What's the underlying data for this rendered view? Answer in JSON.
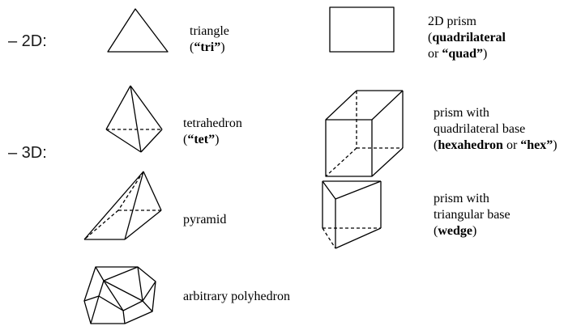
{
  "categories": {
    "d2": "– 2D:",
    "d3": "– 3D:"
  },
  "triangle": {
    "name": "triangle",
    "abbr_open": "(",
    "abbr": "“tri”",
    "abbr_close": ")"
  },
  "prism2d": {
    "line1": "2D prism",
    "line2_open": "(",
    "line2_bold": "quadrilateral",
    "line3_pre": "or ",
    "line3_bold": "“quad”",
    "line3_close": ")"
  },
  "tetrahedron": {
    "name": "tetrahedron",
    "abbr_open": "(",
    "abbr": "“tet”",
    "abbr_close": ")"
  },
  "hexahedron": {
    "line1": "prism with",
    "line2": "quadrilateral base",
    "line3_open": "(",
    "line3_bold1": "hexahedron",
    "line3_mid": " or ",
    "line3_bold2": "“hex”",
    "line3_close": ")"
  },
  "pyramid": {
    "name": "pyramid"
  },
  "wedge": {
    "line1": "prism with",
    "line2": "triangular base",
    "line3_open": "(",
    "line3_bold": "wedge",
    "line3_close": ")"
  },
  "polyhedron": {
    "name": "arbitrary polyhedron"
  }
}
